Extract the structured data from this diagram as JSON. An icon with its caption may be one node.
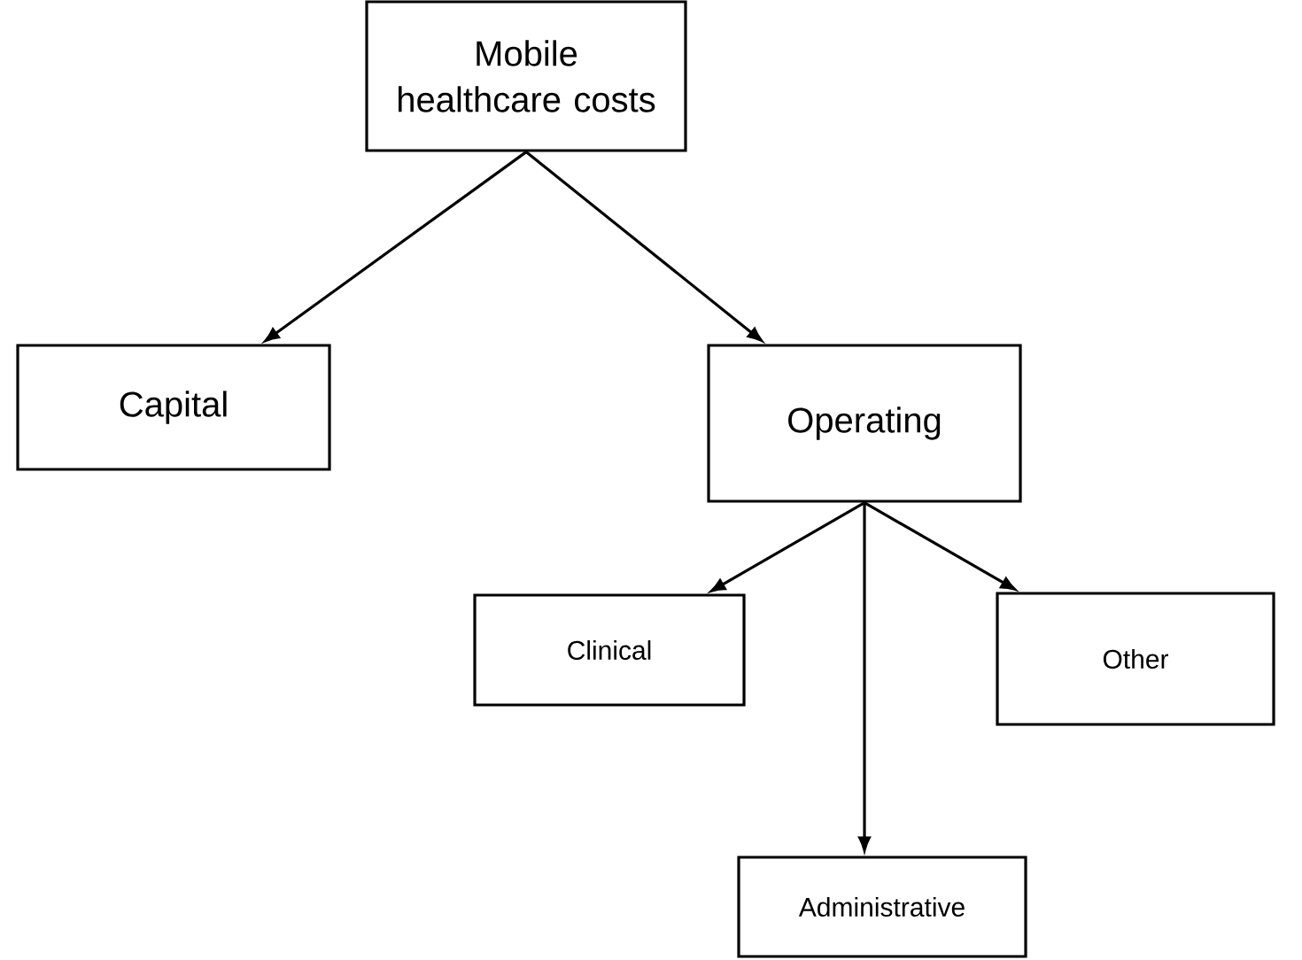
{
  "diagram": {
    "nodes": [
      {
        "text": [
          "Mobile healthcare costs"
        ]
      },
      {
        "text": [
          "Capital"
        ]
      },
      {
        "text": [
          "Operating"
        ]
      },
      {
        "text": [
          "Clinical"
        ]
      },
      {
        "text": [
          "Other"
        ]
      },
      {
        "text": [
          "Administrative"
        ]
      }
    ],
    "edges": [
      {
        "from": 0,
        "to": 1,
        "arrow": "to"
      },
      {
        "from": 0,
        "to": 2,
        "arrow": "to"
      },
      {
        "from": 2,
        "to": 3,
        "arrow": "to"
      },
      {
        "from": 2,
        "to": 5,
        "arrow": "to"
      },
      {
        "from": 2,
        "to": 4,
        "arrow": "to"
      }
    ]
  }
}
